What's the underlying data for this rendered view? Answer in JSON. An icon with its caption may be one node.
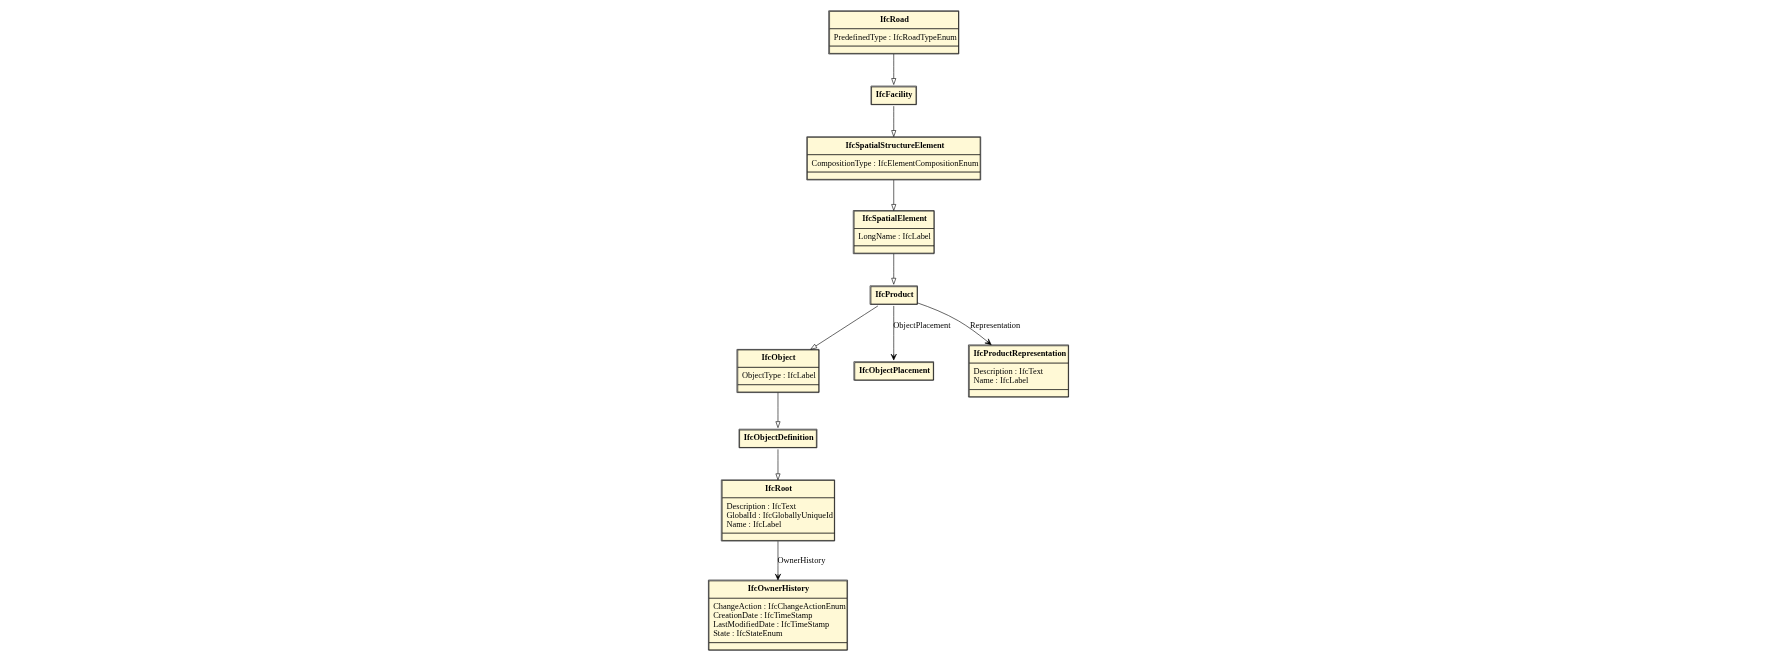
{
  "diagram": {
    "nodes": [
      {
        "text": [
          "IfcRoad",
          "PredefinedType : IfcRoadTypeEnum"
        ]
      },
      {
        "text": [
          "IfcFacility"
        ]
      },
      {
        "text": [
          "IfcSpatialElement",
          "LongName : IfcLabel"
        ]
      },
      {
        "text": [
          "IfcSpatialStructureElement",
          "CompositionType : IfcElementCompositionEnum"
        ]
      },
      {
        "text": [
          "IfcProduct"
        ]
      },
      {
        "text": [
          "IfcObject",
          "ObjectType : IfcLabel"
        ]
      },
      {
        "text": [
          "IfcObjectDefinition"
        ]
      },
      {
        "text": [
          "IfcObjectPlacement"
        ]
      },
      {
        "text": [
          "IfcProductRepresentation",
          "Description : IfcText",
          "Name : IfcLabel"
        ]
      },
      {
        "text": [
          "IfcRoot",
          "Description : IfcText",
          "GlobalId : IfcGloballyUniqueId",
          "Name : IfcLabel"
        ]
      },
      {
        "text": [
          "IfcOwnerHistory",
          "ChangeAction : IfcChangeActionEnum",
          "CreationDate : IfcTimeStamp",
          "LastModifiedDate : IfcTimeStamp",
          "State : IfcStateEnum"
        ]
      }
    ],
    "edges": [
      {
        "from": 0,
        "to": 1,
        "arrow": "to"
      },
      {
        "from": 1,
        "to": 3,
        "arrow": "to"
      },
      {
        "from": 3,
        "to": 2,
        "arrow": "to"
      },
      {
        "from": 2,
        "to": 4,
        "arrow": "to"
      },
      {
        "from": 4,
        "to": 5,
        "arrow": "to"
      },
      {
        "from": 5,
        "to": 6,
        "arrow": "to"
      },
      {
        "from": 6,
        "to": 9,
        "arrow": "to"
      },
      {
        "from": 4,
        "to": 7,
        "arrow": "to",
        "label": "ObjectPlacement"
      },
      {
        "from": 4,
        "to": 8,
        "arrow": "to",
        "label": "Representation"
      },
      {
        "from": 9,
        "to": 10,
        "arrow": "to",
        "label": "OwnerHistory"
      }
    ]
  }
}
